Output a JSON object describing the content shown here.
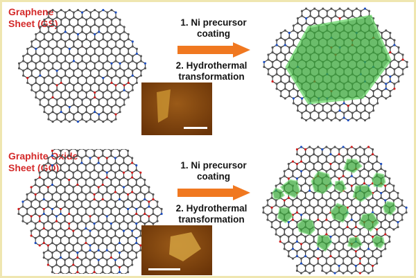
{
  "panels": [
    {
      "id": "graphene",
      "title": "Graphene\nSheet (GS)",
      "step1": "1. Ni precursor\ncoating",
      "step2": "2. Hydrothermal\ntransformation"
    },
    {
      "id": "graphite-oxide",
      "title": "Graphite Oxide\nSheet (GO)",
      "step1": "1. Ni precursor\ncoating",
      "step2": "2. Hydrothermal\ntransformation"
    }
  ],
  "colors": {
    "title_red": "#d42a2a",
    "arrow_orange": "#f07820",
    "nickel_green": "#3aa83a",
    "atom_gray": "#3a3a3a",
    "oxygen_red": "#d02020",
    "hydrogen_blue": "#2050c0",
    "afm_brown": "#8a4a10",
    "afm_flake": "#c89030"
  }
}
